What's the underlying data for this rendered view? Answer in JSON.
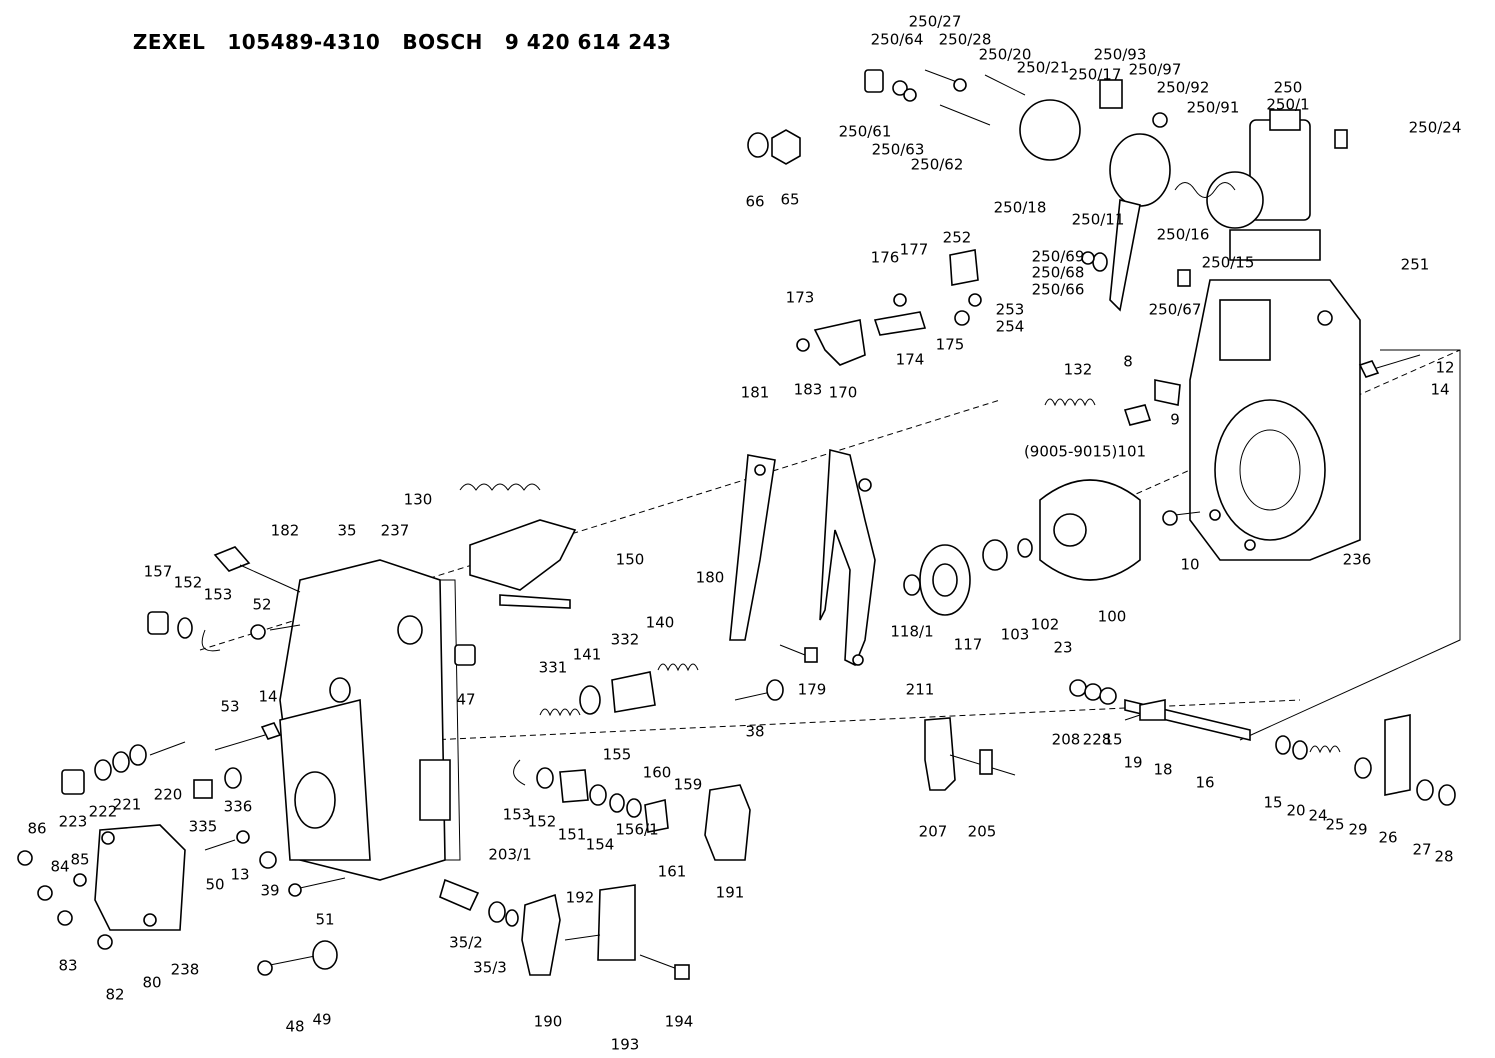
{
  "header": {
    "brand1": "ZEXEL",
    "part1": "105489-4310",
    "brand2": "BOSCH",
    "part2": "9 420 614 243"
  },
  "labels": [
    "250/27",
    "250/64",
    "250/28",
    "250/20",
    "250/21",
    "250/93",
    "250/17",
    "250/97",
    "250/92",
    "250/91",
    "250",
    "250/1",
    "250/24",
    "250/61",
    "250/63",
    "250/62",
    "250/18",
    "250/11",
    "250/16",
    "250/15",
    "251",
    "66",
    "65",
    "252",
    "250/69",
    "250/68",
    "250/66",
    "250/67",
    "176",
    "177",
    "253",
    "254",
    "173",
    "174",
    "175",
    "132",
    "8",
    "9",
    "12",
    "14",
    "(9005-9015)101",
    "181",
    "183",
    "170",
    "130",
    "150",
    "10",
    "236",
    "182",
    "35",
    "237",
    "157",
    "152",
    "153",
    "52",
    "180",
    "140",
    "332",
    "141",
    "331",
    "179",
    "118/1",
    "117",
    "103",
    "102",
    "100",
    "47",
    "53",
    "14",
    "38",
    "23",
    "211",
    "208",
    "228",
    "15",
    "19",
    "18",
    "16",
    "223",
    "222",
    "221",
    "220",
    "336",
    "335",
    "153",
    "152",
    "151",
    "154",
    "155",
    "156/1",
    "160",
    "159",
    "161",
    "191",
    "207",
    "205",
    "15",
    "20",
    "24",
    "25",
    "29",
    "26",
    "27",
    "28",
    "86",
    "84",
    "85",
    "83",
    "82",
    "80",
    "238",
    "50",
    "13",
    "39",
    "51",
    "48",
    "49",
    "35/2",
    "35/3",
    "203/1",
    "190",
    "192",
    "193",
    "194"
  ]
}
